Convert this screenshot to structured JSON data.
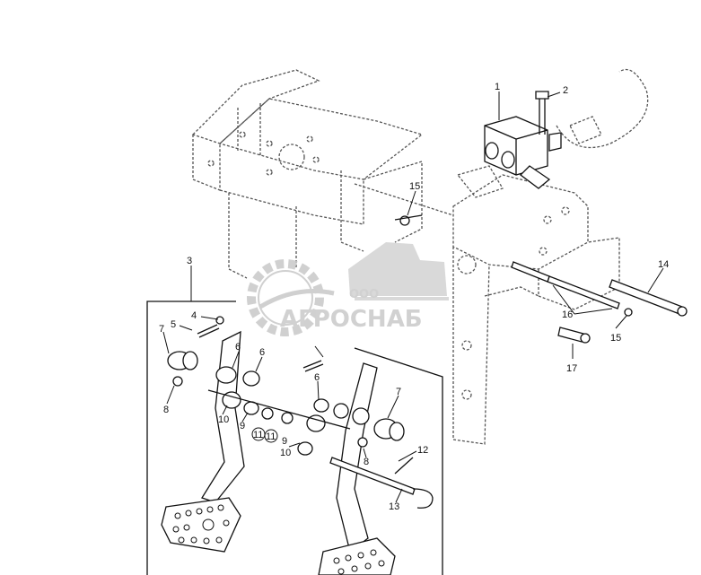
{
  "watermark": {
    "company_prefix": "ООО",
    "company_name": "АГРОСНАБ",
    "watermark_color": "#c8c8c8"
  },
  "callouts": [
    {
      "id": "c1",
      "label": "1"
    },
    {
      "id": "c2",
      "label": "2"
    },
    {
      "id": "c3",
      "label": "3"
    },
    {
      "id": "c4",
      "label": "4"
    },
    {
      "id": "c5",
      "label": "5"
    },
    {
      "id": "c6a",
      "label": "6"
    },
    {
      "id": "c6b",
      "label": "6"
    },
    {
      "id": "c6c",
      "label": "6"
    },
    {
      "id": "c7a",
      "label": "7"
    },
    {
      "id": "c7b",
      "label": "7"
    },
    {
      "id": "c8a",
      "label": "8"
    },
    {
      "id": "c8b",
      "label": "8"
    },
    {
      "id": "c9a",
      "label": "9"
    },
    {
      "id": "c9b",
      "label": "9"
    },
    {
      "id": "c10a",
      "label": "10"
    },
    {
      "id": "c10b",
      "label": "10"
    },
    {
      "id": "c11a",
      "label": "11"
    },
    {
      "id": "c11b",
      "label": "11"
    },
    {
      "id": "c12",
      "label": "12"
    },
    {
      "id": "c13",
      "label": "13"
    },
    {
      "id": "c14",
      "label": "14"
    },
    {
      "id": "c15a",
      "label": "15"
    },
    {
      "id": "c15b",
      "label": "15"
    },
    {
      "id": "c16",
      "label": "16"
    },
    {
      "id": "c17",
      "label": "17"
    }
  ]
}
